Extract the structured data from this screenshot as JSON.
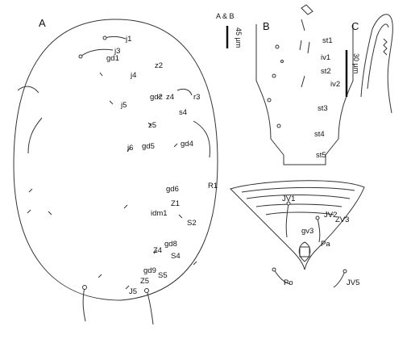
{
  "panels": {
    "a": "A",
    "b": "B",
    "c": "C"
  },
  "scale_bars": {
    "ab_caption": "A & B",
    "ab_value": "45 µm",
    "c_value": "30 µm"
  },
  "dorsal_setae": {
    "j1": "j1",
    "j3": "j3",
    "gd1": "gd1",
    "z2": "z2",
    "j4": "j4",
    "gd2": "gd2",
    "z4": "z4",
    "r3": "r3",
    "j5": "j5",
    "s4": "s4",
    "z5": "z5",
    "j6": "j6",
    "gd5": "gd5",
    "gd4": "gd4",
    "gd6": "gd6",
    "r1": "R1",
    "z1": "Z1",
    "idm1": "idm1",
    "s2": "S2",
    "gd8": "gd8",
    "z4b": "Z4",
    "s4b": "S4",
    "gd9": "gd9",
    "s5": "S5",
    "z5b": "Z5",
    "j5b": "J5"
  },
  "sternal_setae": {
    "st1": "st1",
    "iv1": "iv1",
    "st2": "st2",
    "iv2": "iv2",
    "st3": "st3",
    "st4": "st4",
    "st5": "st5"
  },
  "ventrianal_setae": {
    "jv1": "JV1",
    "jv2": "JV2",
    "zv3": "ZV3",
    "gv3": "gv3",
    "pa": "Pa",
    "po": "Po",
    "jv5": "JV5"
  }
}
